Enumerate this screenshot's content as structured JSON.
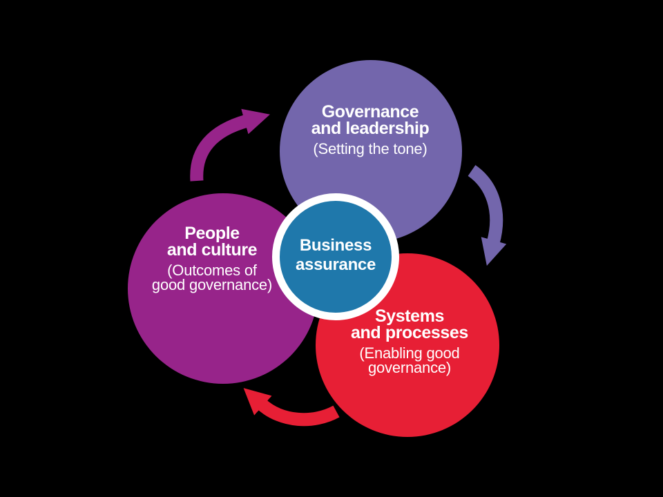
{
  "colors": {
    "background": "#000000",
    "governance_purple": "#7366AC",
    "people_magenta": "#97248A",
    "systems_red": "#E71F35",
    "center_blue": "#1F78AB",
    "ring_white": "#FFFFFF",
    "text_white": "#FFFFFF"
  },
  "circles": {
    "governance": {
      "title_line1": "Governance",
      "title_line2": "and leadership",
      "subtitle_line1": "(Setting the tone)"
    },
    "people": {
      "title_line1": "People",
      "title_line2": "and culture",
      "subtitle_line1": "(Outcomes of",
      "subtitle_line2": "good governance)"
    },
    "systems": {
      "title_line1": "Systems",
      "title_line2": "and processes",
      "subtitle_line1": "(Enabling good",
      "subtitle_line2": "governance)"
    },
    "center": {
      "line1": "Business",
      "line2": "assurance"
    }
  },
  "arrows": [
    {
      "name": "arrow-people-to-governance",
      "color": "#97248A"
    },
    {
      "name": "arrow-governance-to-systems",
      "color": "#7366AC"
    },
    {
      "name": "arrow-systems-to-people",
      "color": "#E71F35"
    }
  ]
}
